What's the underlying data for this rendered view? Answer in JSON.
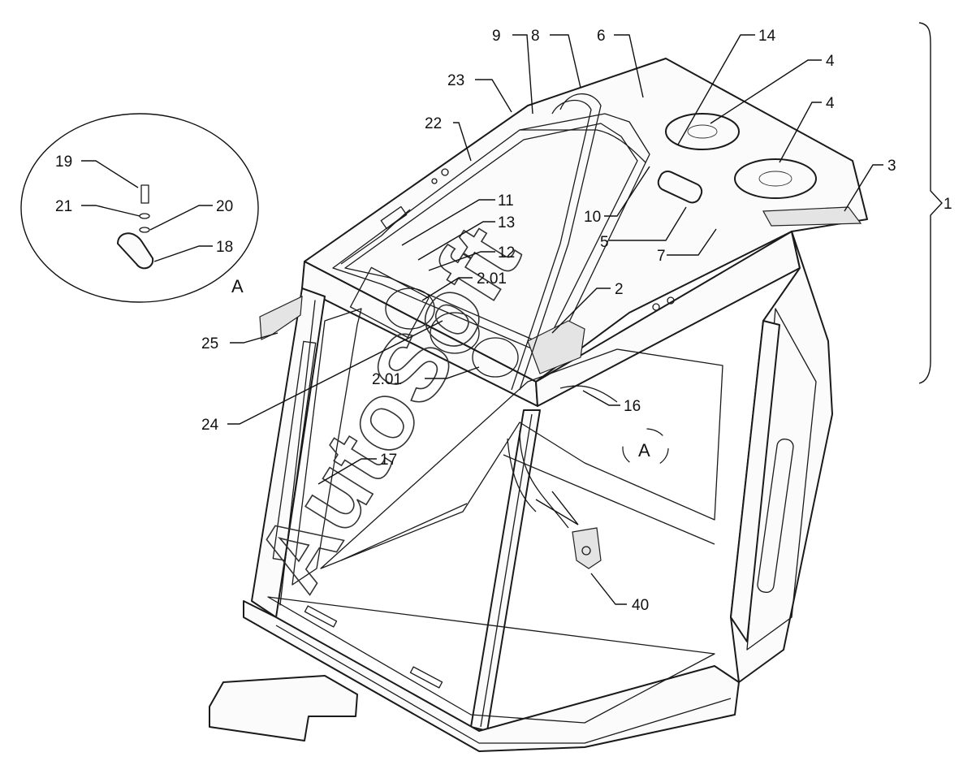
{
  "diagram": {
    "labels": {
      "l1": "1",
      "l2": "2",
      "l2_01_top": "2.01",
      "l2_01_bottom": "2.01",
      "l3": "3",
      "l4_a": "4",
      "l4_b": "4",
      "l5": "5",
      "l6": "6",
      "l7": "7",
      "l8": "8",
      "l9": "9",
      "l10": "10",
      "l11": "11",
      "l12": "12",
      "l13": "13",
      "l14": "14",
      "l16": "16",
      "l17": "17",
      "l18": "18",
      "l19": "19",
      "l20": "20",
      "l21": "21",
      "l22": "22",
      "l23": "23",
      "l24": "24",
      "l25": "25",
      "l40": "40"
    },
    "detail_view_label": "A",
    "detail_callout_label": "A",
    "watermark": "AutoSoft"
  }
}
